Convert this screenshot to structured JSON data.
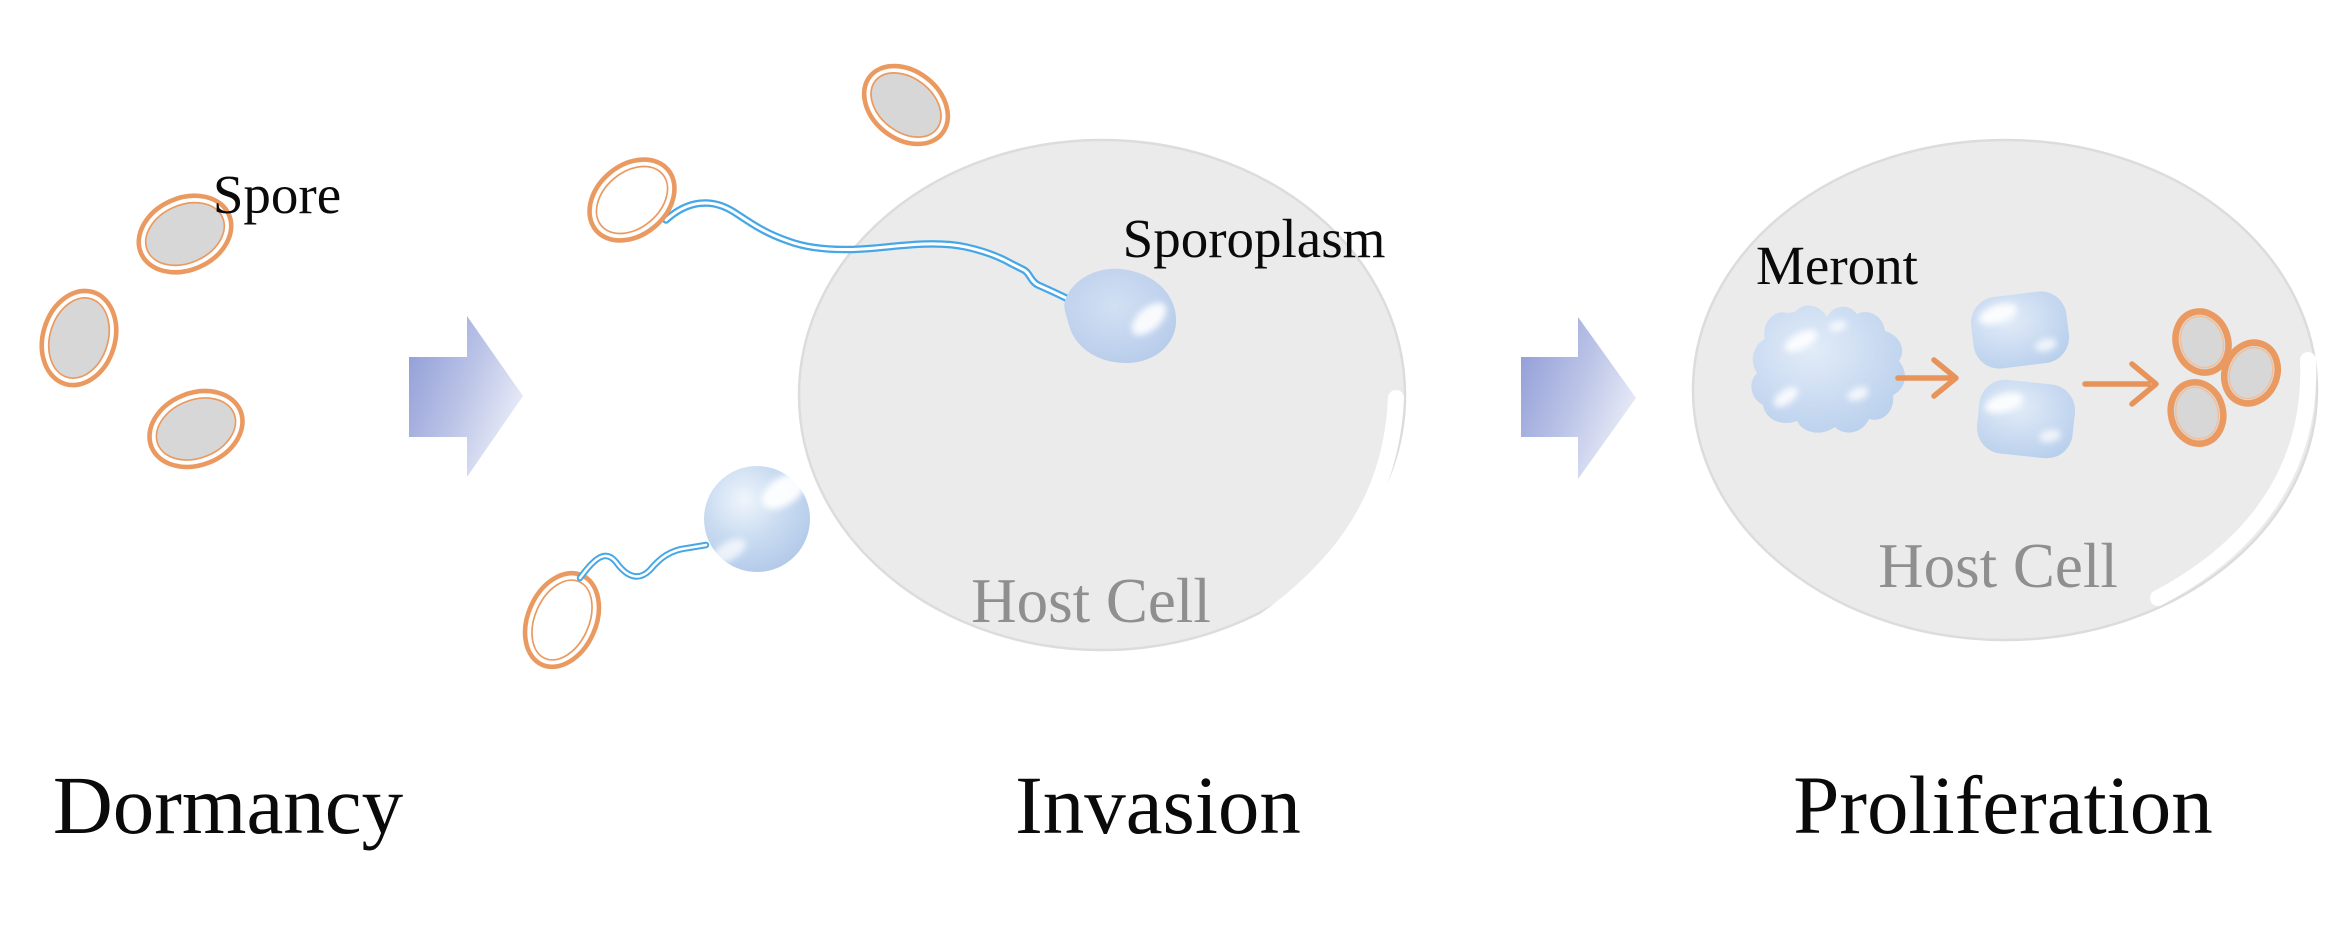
{
  "stages": [
    {
      "label": "Dormancy"
    },
    {
      "label": "Invasion"
    },
    {
      "label": "Proliferation"
    }
  ],
  "annotations": {
    "spore": "Spore",
    "sporoplasm": "Sporoplasm",
    "meront": "Meront"
  },
  "host_cells": [
    {
      "label": "Host Cell"
    },
    {
      "label": "Host Cell"
    }
  ],
  "colors": {
    "spore_outline": "#EA9A60",
    "spore_fill": "#D7D7D7",
    "empty_spore_fill": "#FFFFFF",
    "host_cell_fill": "#EBEBEB",
    "host_cell_stroke": "#DCDCDC",
    "polar_tube_blue": "#45A7E8",
    "sporoplasm_blue": "#B7CFEC",
    "stage_arrow_dark": "#8C98D5",
    "stage_arrow_light": "#E7EAF7",
    "division_arrow_orange": "#E8935A",
    "host_cell_text": "#8F8F8F",
    "label_text": "#0A0A0A"
  }
}
